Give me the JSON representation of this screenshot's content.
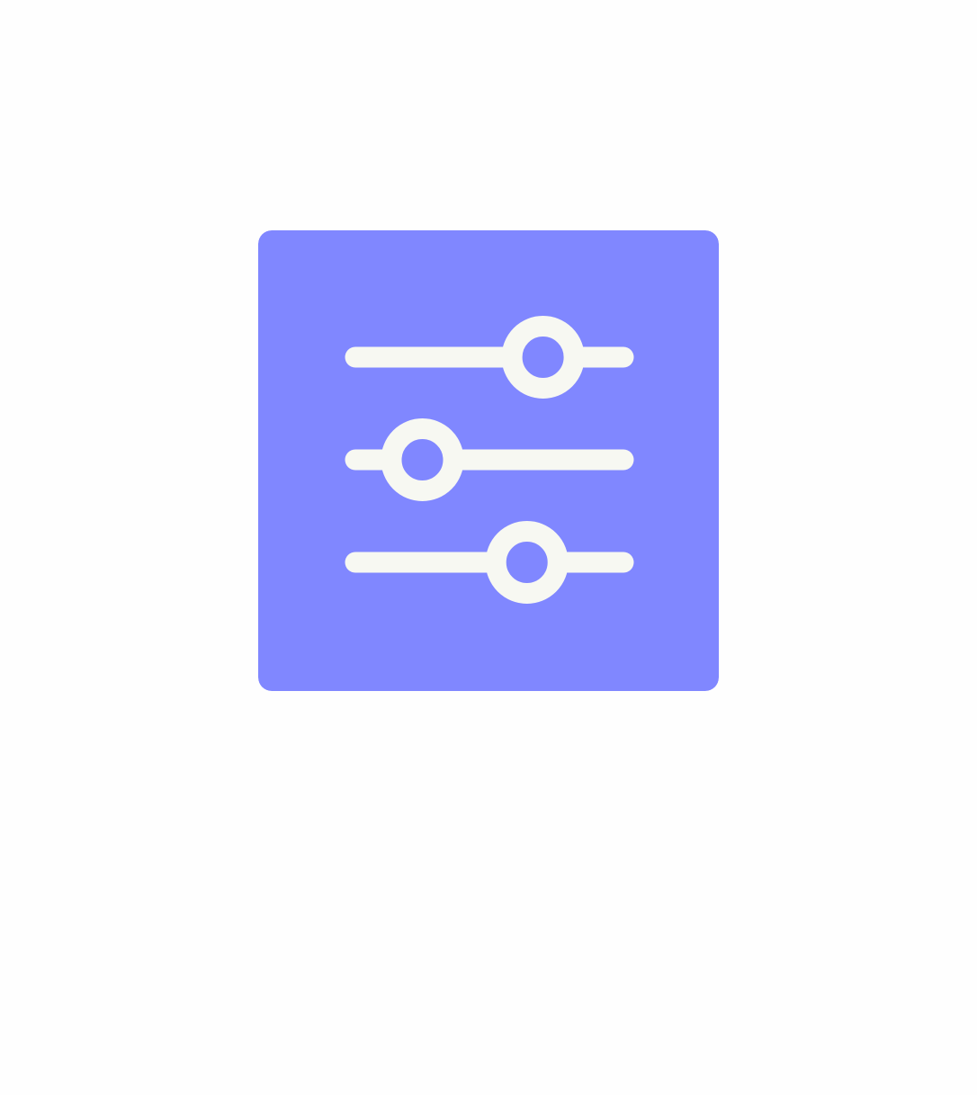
{
  "icon": {
    "name": "sliders-icon",
    "background_color": "#8087ff",
    "foreground_color": "#f7f8f2",
    "page_background": "#fefefe"
  },
  "sliders": [
    {
      "name": "slider-1",
      "level": 0.7
    },
    {
      "name": "slider-2",
      "level": 0.25
    },
    {
      "name": "slider-3",
      "level": 0.64
    }
  ]
}
